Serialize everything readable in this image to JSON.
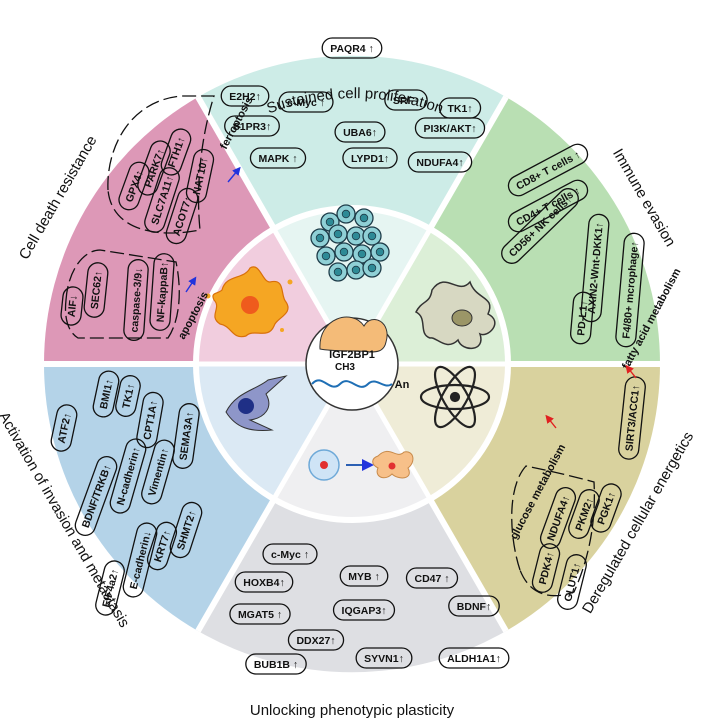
{
  "colors": {
    "proliferation": "#cdece7",
    "immune": "#b9dfb3",
    "energetics": "#d9d29e",
    "plasticity": "#dedfe3",
    "invasion": "#b4d3e8",
    "resistance": "#dd98b7",
    "inner_proliferation": "#e6f5f2",
    "inner_immune": "#dcefd7",
    "inner_energetics": "#efecd7",
    "inner_plasticity": "#efeff1",
    "inner_invasion": "#dbe9f4",
    "inner_resistance": "#f1cdde"
  },
  "center": {
    "protein": "IGF2BP1",
    "mod": "CH3",
    "rna": "An"
  },
  "segments": {
    "proliferation": {
      "title": "Sustained cell proliferation",
      "icon": "cell-cluster-icon",
      "items": [
        "PAQR4 ↑",
        "E2H2↑",
        "c-Myc ↑",
        "SRF↑",
        "TK1↑",
        "S1PR3↑",
        "UBA6↑",
        "PI3K/AKT↑",
        "MAPK ↑",
        "LYPD1↑",
        "NDUFA4↑"
      ]
    },
    "immune": {
      "title": "Immune evasion",
      "icon": "immune-cell-icon",
      "items": [
        "CD8+ T cells ↑",
        "CD4+ T cells ↑",
        "CD56+ NK cells↑",
        "AXIN2-Wnt-DKK1↑",
        "F4/80+ mcrophage↑",
        "PD-L1↑"
      ]
    },
    "energetics": {
      "title": "Deregulated cellular energetics",
      "icon": "atom-icon",
      "items": [
        "SIRT3/ACC1↑",
        "NDUFA4↑",
        "PKM2↑",
        "PGK1↑",
        "PDK4↑",
        "GLUT1↑"
      ],
      "labels": [
        "fatty acid metabolism",
        "glucose metabolism"
      ]
    },
    "plasticity": {
      "title": "Unlocking  phenotypic plasticity",
      "icon": "cell-transition-icon",
      "items": [
        "c-Myc ↑",
        "HOXB4↑",
        "MYB ↑",
        "CD47 ↑",
        "MGAT5 ↑",
        "IQGAP3↑",
        "BDNF↑",
        "DDX27↑",
        "BUB1B ↑",
        "SYVN1↑",
        "ALDH1A1↑"
      ]
    },
    "invasion": {
      "title": "Activation of invasion and metastasis",
      "icon": "migrating-cell-icon",
      "items": [
        "ATF2↑",
        "BMI1↑",
        "TK1↑",
        "CPT1A↑",
        "SEMA3A↑",
        "BDNF/TRKB↑",
        "N-cadherin↑",
        "Vimentin↑",
        "SHMT2↑",
        "KRT7↑",
        "E-cadherin↓",
        "EIF4a2↑"
      ]
    },
    "resistance": {
      "title": "Cell death resistance",
      "icon": "dying-cell-icon",
      "items": [
        "GPX4↑",
        "PARK7↑",
        "FTH1↑",
        "SLC7A11↑",
        "ACOT7↑",
        "NAT10↑",
        "AIF↓",
        "SEC62↑",
        "caspase-3/9↓",
        "NF-kappaB↑"
      ],
      "labels": [
        "ferroptosis",
        "apoptosis"
      ]
    }
  }
}
